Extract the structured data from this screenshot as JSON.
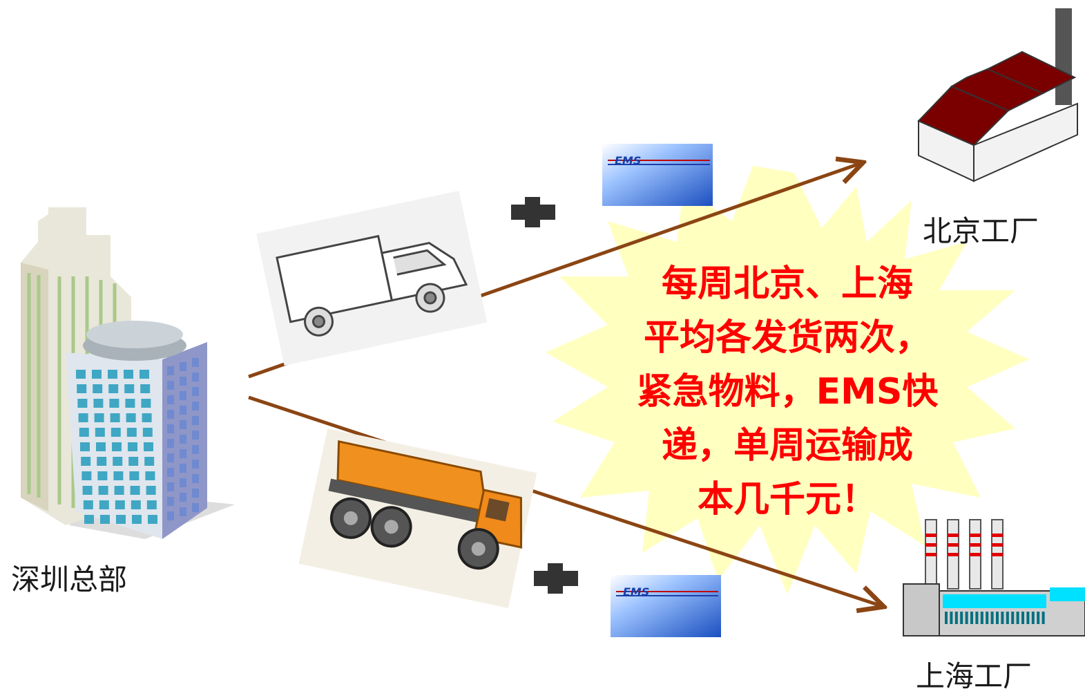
{
  "locations": {
    "headquarters": "深圳总部",
    "beijing_factory": "北京工厂",
    "shanghai_factory": "上海工厂"
  },
  "callout": {
    "lines": [
      "每周北京、上海",
      "平均各发货两次，",
      "紧急物料，EMS快",
      "递，单周运输成",
      "本几千元！"
    ]
  },
  "ems_card": {
    "brand": "EMS"
  },
  "colors": {
    "arrow": "#8b4513",
    "callout_fill": "#ffffc0",
    "callout_text": "#ff0000",
    "factory_roof": "#7a0000",
    "ems_blue": "#1f55c8"
  }
}
